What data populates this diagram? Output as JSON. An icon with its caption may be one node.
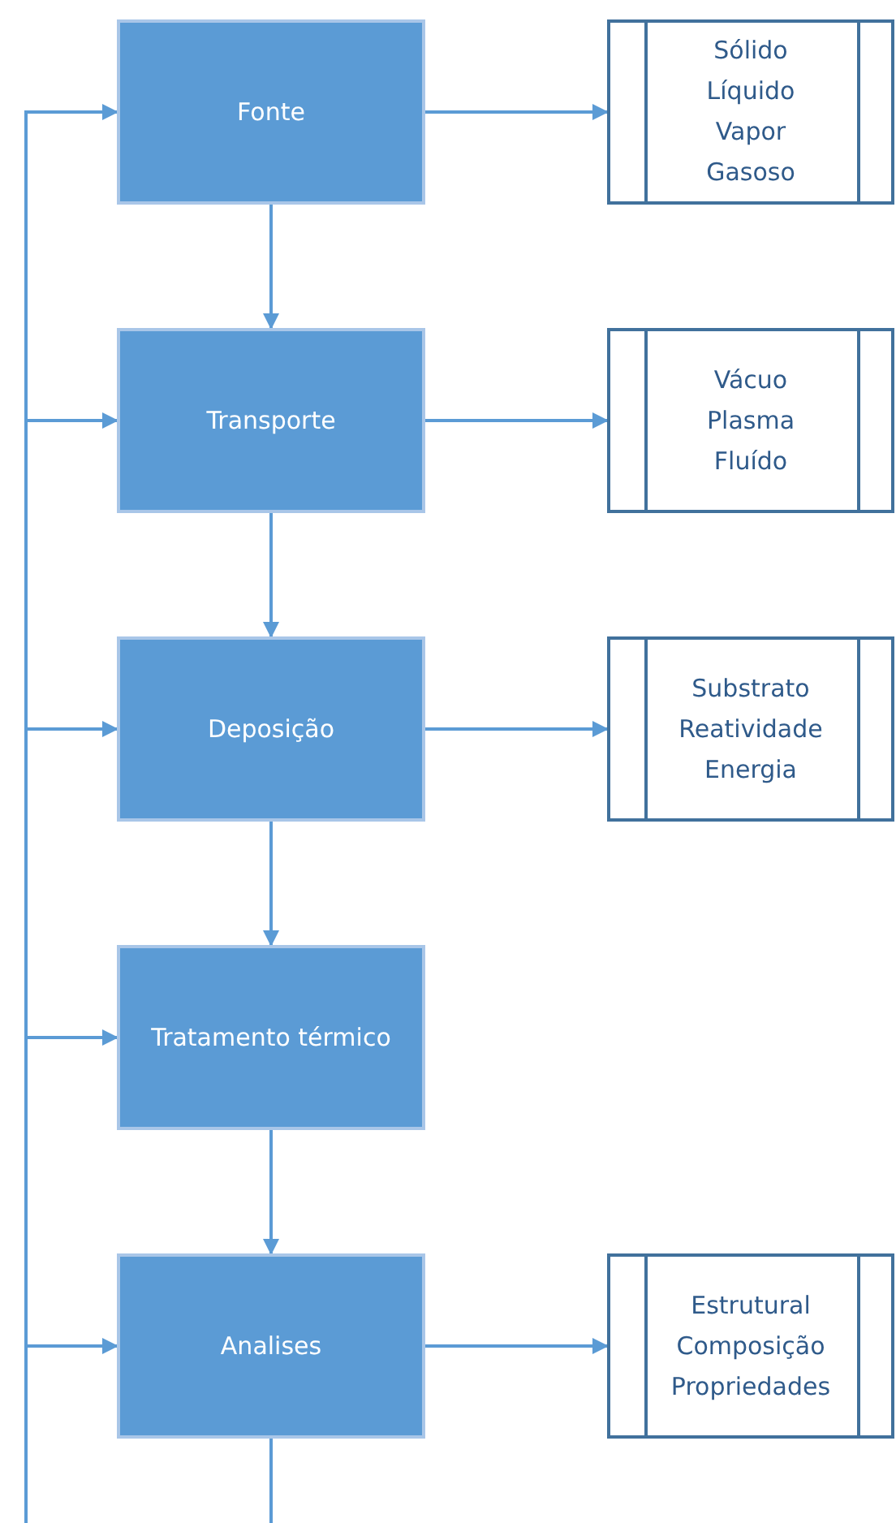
{
  "diagram": {
    "nodes": [
      {
        "text": [
          "Fonte"
        ]
      },
      {
        "text": [
          "Sólido",
          "Líquido",
          "Vapor",
          "Gasoso"
        ]
      },
      {
        "text": [
          "Transporte"
        ]
      },
      {
        "text": [
          "Vácuo",
          "Plasma",
          "Fluído"
        ]
      },
      {
        "text": [
          "Deposição"
        ]
      },
      {
        "text": [
          "Substrato",
          "Reatividade",
          "Energia"
        ]
      },
      {
        "text": [
          "Tratamento térmico"
        ]
      },
      {
        "text": [
          "Analises"
        ]
      },
      {
        "text": [
          "Estrutural",
          "Composição",
          "Propriedades"
        ]
      }
    ],
    "edges": [
      {
        "from": 0,
        "to": 1,
        "arrow": "to"
      },
      {
        "from": 0,
        "to": 2,
        "arrow": "to"
      },
      {
        "from": 2,
        "to": 3,
        "arrow": "to"
      },
      {
        "from": 2,
        "to": 4,
        "arrow": "to"
      },
      {
        "from": 4,
        "to": 5,
        "arrow": "to"
      },
      {
        "from": 4,
        "to": 6,
        "arrow": "to"
      },
      {
        "from": 6,
        "to": 7,
        "arrow": "to"
      },
      {
        "from": 7,
        "to": 8,
        "arrow": "to"
      },
      {
        "from": null,
        "to": 0,
        "arrow": "to"
      },
      {
        "from": null,
        "to": 2,
        "arrow": "to"
      },
      {
        "from": null,
        "to": 4,
        "arrow": "to"
      },
      {
        "from": null,
        "to": 6,
        "arrow": "to"
      },
      {
        "from": null,
        "to": 7,
        "arrow": "to"
      },
      {
        "from": 7,
        "to": null,
        "arrow": "none"
      }
    ]
  }
}
